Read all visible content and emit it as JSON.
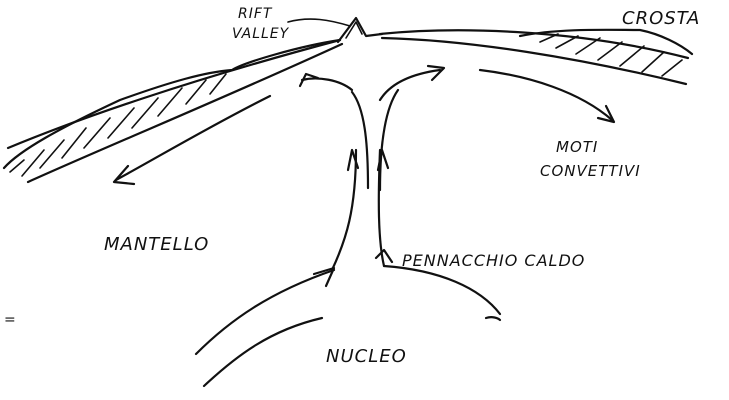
{
  "labels": {
    "rift_valley_line1": "RIFT",
    "rift_valley_line2": "VALLEY",
    "crosta": "CROSTA",
    "moti_line1": "MOTI",
    "moti_line2": "CONVETTIVI",
    "mantello": "MANTELLO",
    "pennacchio": "PENNACCHIO  CALDO",
    "nucleo": "NUCLEO",
    "edge_mark": "="
  },
  "colors": {
    "ink": "#111111",
    "paper": "#ffffff"
  }
}
